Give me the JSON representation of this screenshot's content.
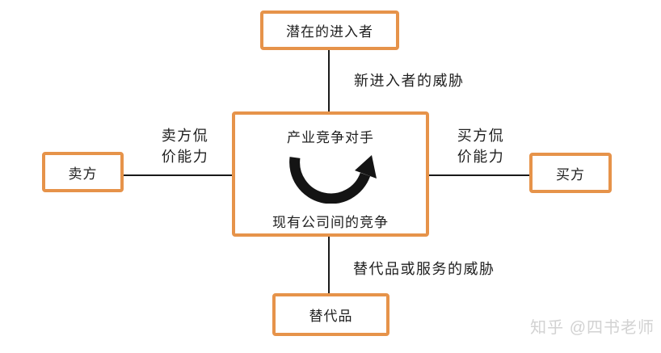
{
  "colors": {
    "background": "#ffffff",
    "box_border": "#E6934A",
    "line": "#1a1a1a",
    "text": "#1f1f1f",
    "watermark": "#d2d2d2"
  },
  "nodes": {
    "potential_entrants": {
      "label": "潜在的进入者"
    },
    "center": {
      "title": "产业竞争对手",
      "subtitle": "现有公司间的竞争",
      "icon": "curved-u-arrow"
    },
    "seller": {
      "label": "卖方"
    },
    "buyer": {
      "label": "买方"
    },
    "substitutes": {
      "label": "替代品"
    }
  },
  "edge_labels": {
    "new_entrants_threat": "新进入者的威胁",
    "seller_bargaining_line1": "卖方侃",
    "seller_bargaining_line2": "价能力",
    "buyer_bargaining_line1": "买方侃",
    "buyer_bargaining_line2": "价能力",
    "substitutes_threat": "替代品或服务的威胁"
  },
  "watermark": "知乎 @四书老师"
}
